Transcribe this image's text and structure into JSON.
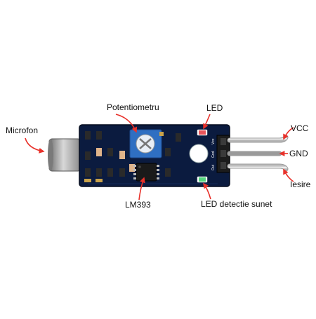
{
  "labels": {
    "microphone": "Microfon",
    "potentiometer": "Potentiometru",
    "led": "LED",
    "vcc": "VCC",
    "gnd": "GND",
    "output": "Iesire",
    "chip": "LM393",
    "led_detect": "LED detectie sunet"
  },
  "pins": {
    "vcc": "Vcc",
    "gnd": "Gnd",
    "out": "Out"
  },
  "colors": {
    "pcb": "#0b1b3f",
    "arrow": "#e8312a",
    "pin_header": "#1c1c1c",
    "microphone_body": "#9a9a9a",
    "potentiometer": "#2f6fc2",
    "led_red": "#e9545a",
    "led_green": "#54d47e"
  }
}
